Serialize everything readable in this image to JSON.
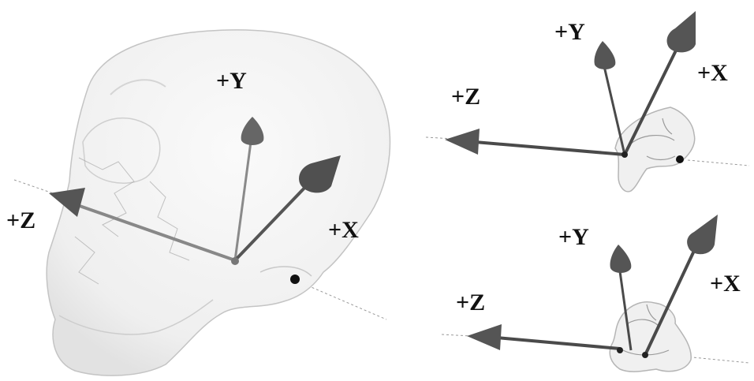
{
  "colors": {
    "background": "#ffffff",
    "axis_shaft": "#4a4a4a",
    "arrowhead": "#555555",
    "bone_fill": "#f1f1f1",
    "bone_outline": "#b5b5b5",
    "landmark": "#111111",
    "label": "#111111"
  },
  "panels": {
    "skull": {
      "labels": {
        "y": "+Y",
        "x": "+X",
        "z": "+Z"
      },
      "icons": {
        "bone": "skull-icon"
      }
    },
    "vertebra_top": {
      "labels": {
        "y": "+Y",
        "x": "+X",
        "z": "+Z"
      },
      "icons": {
        "bone": "vertebra-icon"
      }
    },
    "vertebra_bottom": {
      "labels": {
        "y": "+Y",
        "x": "+X",
        "z": "+Z"
      },
      "icons": {
        "bone": "vertebra-icon"
      }
    }
  }
}
